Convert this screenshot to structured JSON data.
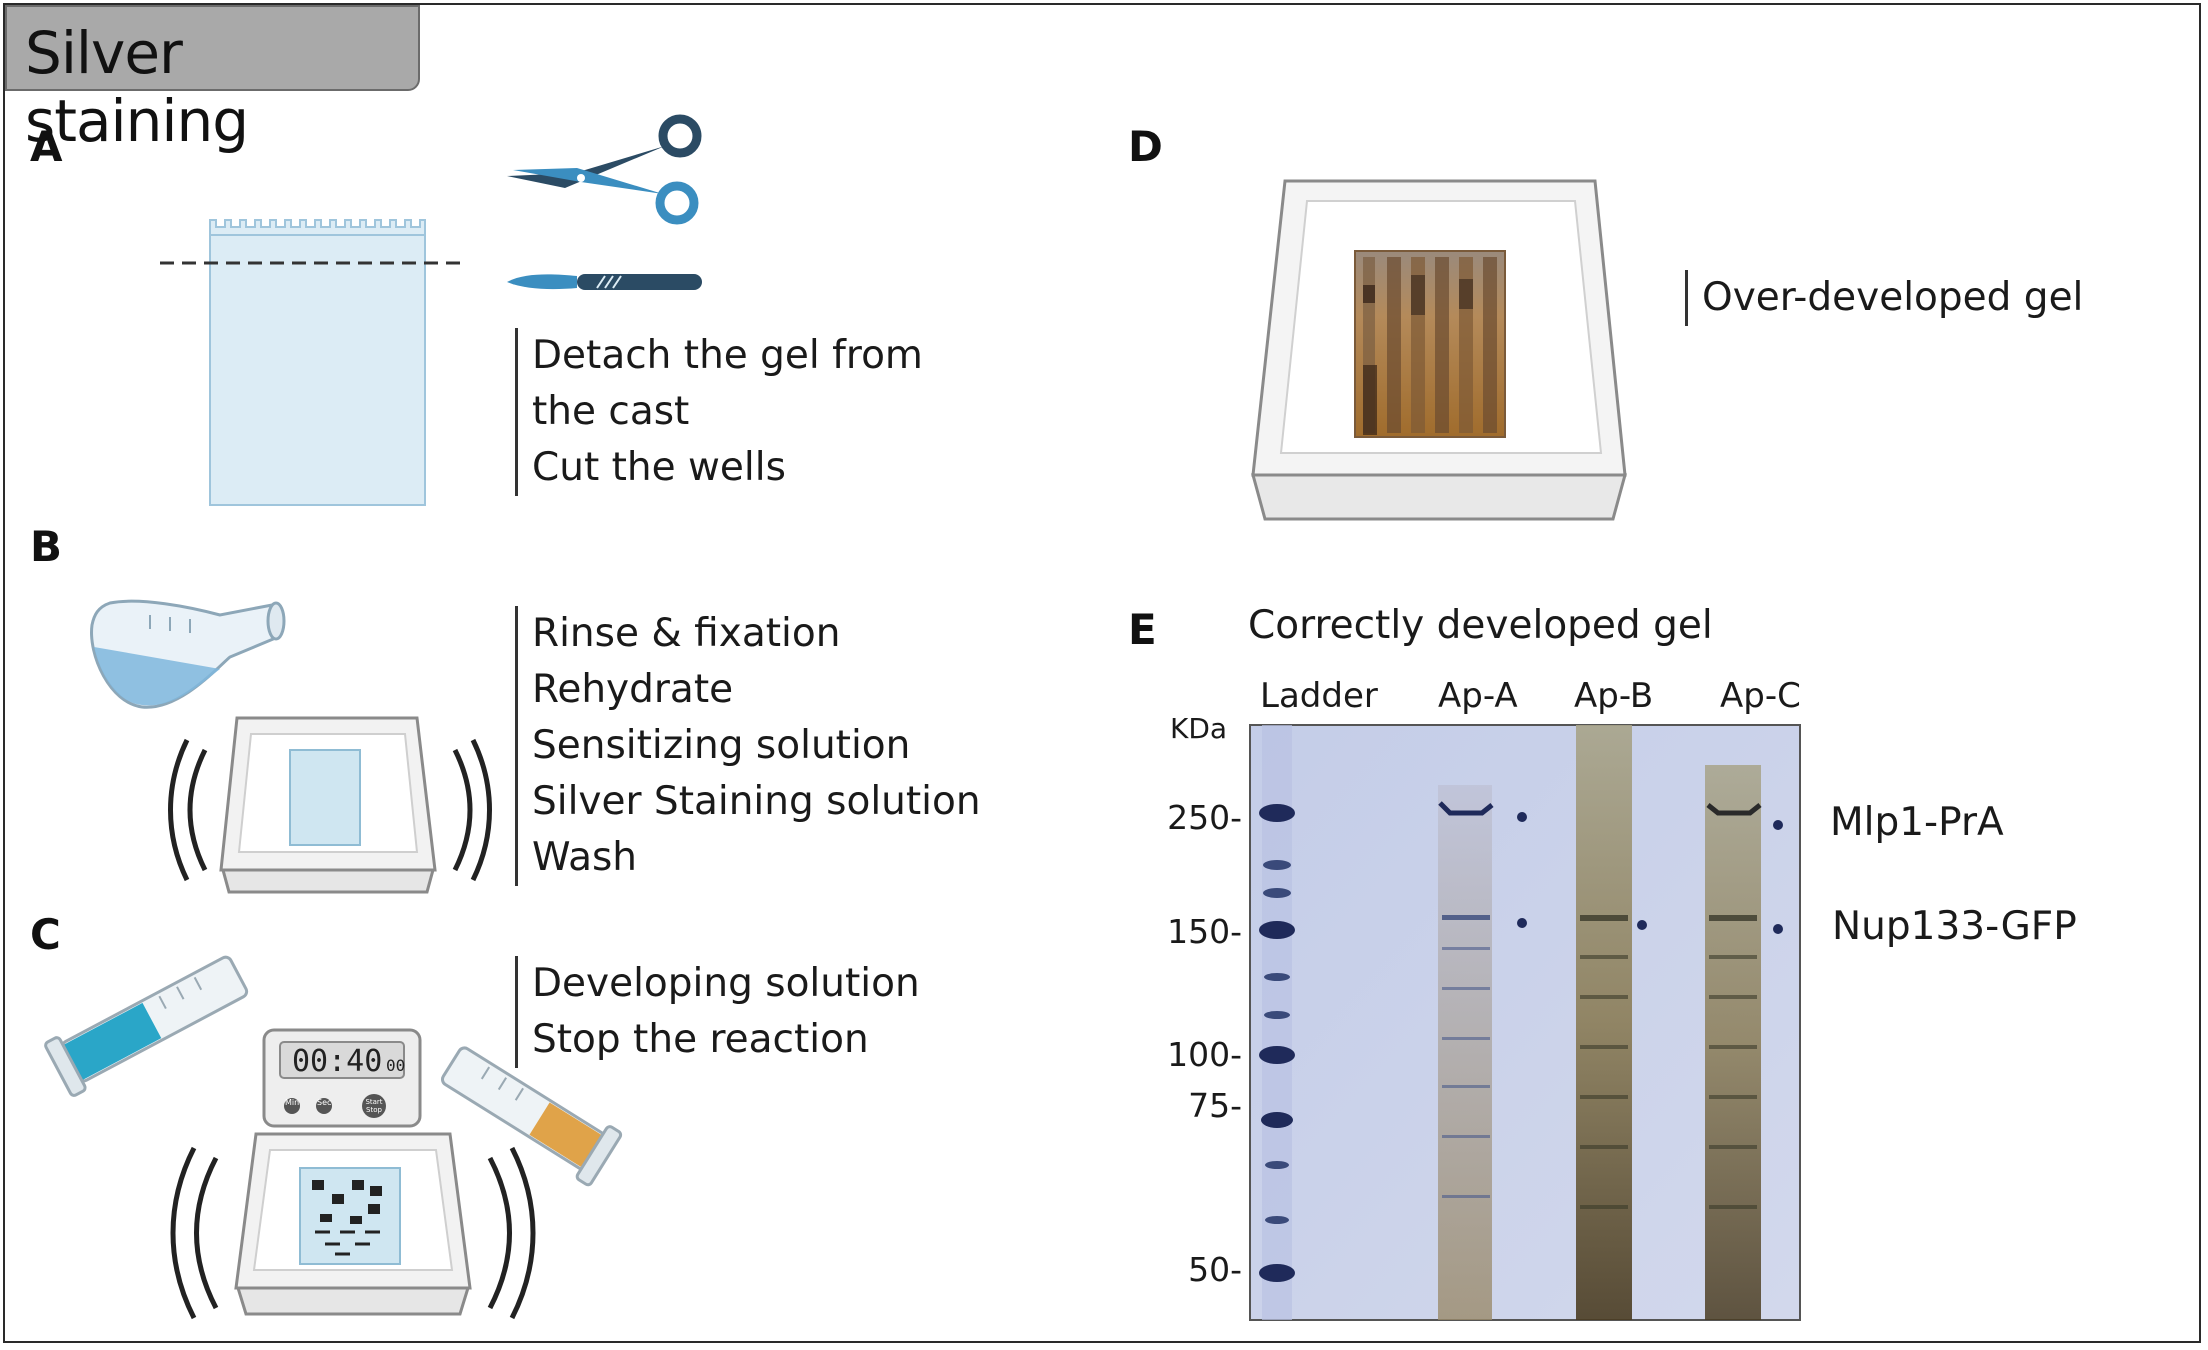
{
  "title": "Silver staining",
  "panels": {
    "a": {
      "letter": "A",
      "steps": [
        "Detach the gel from",
        "the cast",
        "Cut the wells"
      ]
    },
    "b": {
      "letter": "B",
      "steps": [
        "Rinse & fixation",
        "Rehydrate",
        "Sensitizing solution",
        "Silver Staining solution",
        "Wash"
      ]
    },
    "c": {
      "letter": "C",
      "steps": [
        "Developing solution",
        "Stop the reaction"
      ],
      "timer": {
        "display": "00:40",
        "small": "00",
        "buttons": [
          "Min",
          "Sec",
          "Start Stop"
        ]
      }
    },
    "d": {
      "letter": "D",
      "label": "Over-developed gel"
    },
    "e": {
      "letter": "E",
      "label": "Correctly developed gel",
      "unit": "KDa",
      "lanes": [
        "Ladder",
        "Ap-A",
        "Ap-B",
        "Ap-C"
      ],
      "markers": [
        "250-",
        "150-",
        "100-",
        "75-",
        "50-"
      ],
      "annotations": [
        "Mlp1-PrA",
        "Nup133-GFP"
      ]
    }
  },
  "colors": {
    "gel": "#dcecf5",
    "blue": "#3b8ec0",
    "dark_blue": "#2b4b64",
    "amber": "#e0a349",
    "gel_scan": "#c8d1ea",
    "band": "#1f2a5a"
  }
}
